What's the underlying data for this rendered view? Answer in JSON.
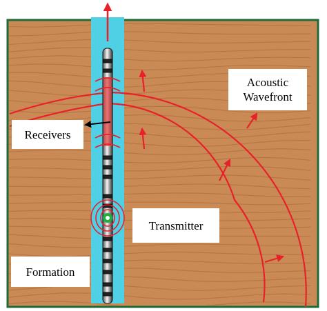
{
  "labels": {
    "receivers": "Receivers",
    "transmitter": "Transmitter",
    "formation": "Formation",
    "wavefront": "Acoustic\nWavefront"
  },
  "colors": {
    "formation_wood": "#c98a55",
    "wood_grain": "#a8683a",
    "border": "#1e6a3a",
    "borehole": "#4fd0e4",
    "wave": "#e8202a",
    "tool_body": "#1a1a1a",
    "receiver_arrow": "#000000"
  }
}
